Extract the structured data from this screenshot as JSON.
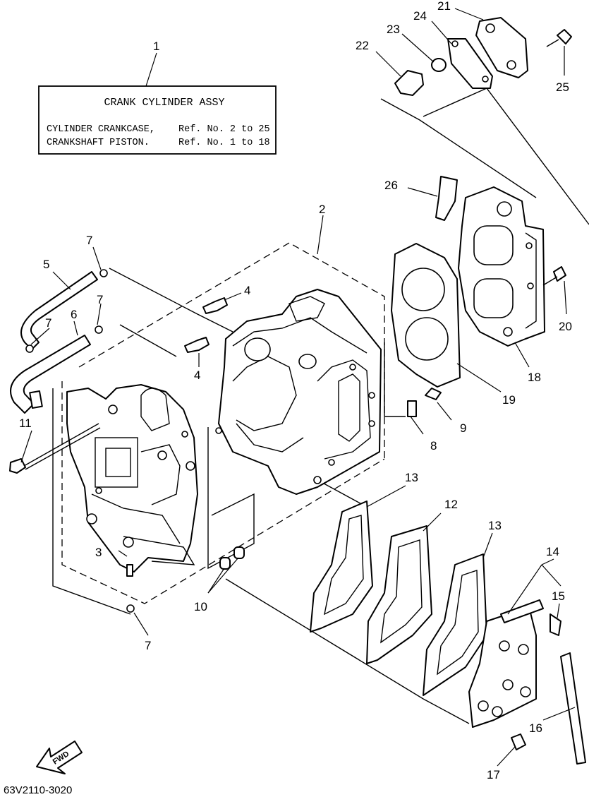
{
  "title_box": {
    "title": "CRANK CYLINDER ASSY",
    "line1_left": "CYLINDER CRANKCASE,",
    "line1_right": "Ref. No. 2 to 25",
    "line2_left": "CRANKSHAFT PISTON.",
    "line2_right": "Ref. No. 1 to 18"
  },
  "callouts": {
    "c1": "1",
    "c2": "2",
    "c3": "3",
    "c4a": "4",
    "c4b": "4",
    "c5": "5",
    "c6": "6",
    "c7a": "7",
    "c7b": "7",
    "c7c": "7",
    "c7d": "7",
    "c8": "8",
    "c9": "9",
    "c10": "10",
    "c11": "11",
    "c12": "12",
    "c13a": "13",
    "c13b": "13",
    "c14": "14",
    "c15": "15",
    "c16": "16",
    "c17": "17",
    "c18": "18",
    "c19": "19",
    "c20": "20",
    "c21": "21",
    "c22": "22",
    "c23": "23",
    "c24": "24",
    "c25": "25",
    "c26": "26"
  },
  "fwd_label": "FWD",
  "drawing_code": "63V2110-3020"
}
